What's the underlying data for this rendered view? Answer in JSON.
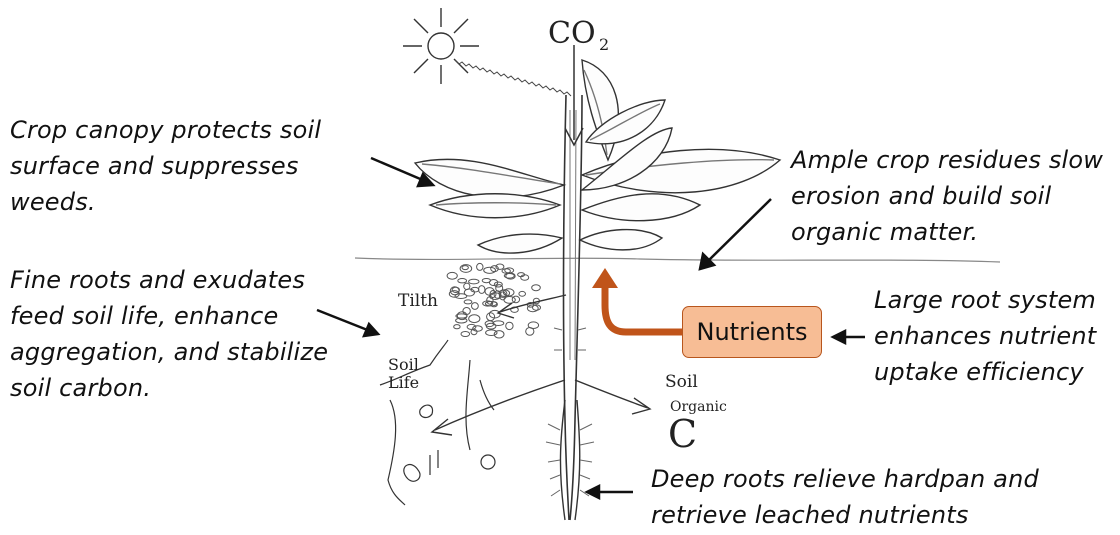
{
  "captions": {
    "canopy": "Crop canopy protects soil\nsurface and suppresses\nweeds.",
    "residues": "Ample crop residues slow\nerosion and build soil\norganic matter.",
    "fine_roots": "Fine roots and exudates\nfeed soil life, enhance\naggregation, and stabilize\nsoil carbon.",
    "root_system": "Large root system\nenhances nutrient\nuptake efficiency",
    "deep_roots": "Deep roots relieve hardpan and\nretrieve leached nutrients"
  },
  "box": {
    "nutrients": "Nutrients"
  },
  "drawing_labels": {
    "co2": "CO",
    "co2_sub": "2",
    "tilth": "Tilth",
    "soil_life_1": "Soil",
    "soil_life_2": "Life",
    "soil_organic_1": "Soil",
    "soil_organic_2": "Organic",
    "soil_organic_3": "C"
  },
  "colors": {
    "nutrient_arrow": "#c0541a",
    "nutrient_box_fill": "#f7bd95",
    "nutrient_box_border": "#b8561d"
  }
}
